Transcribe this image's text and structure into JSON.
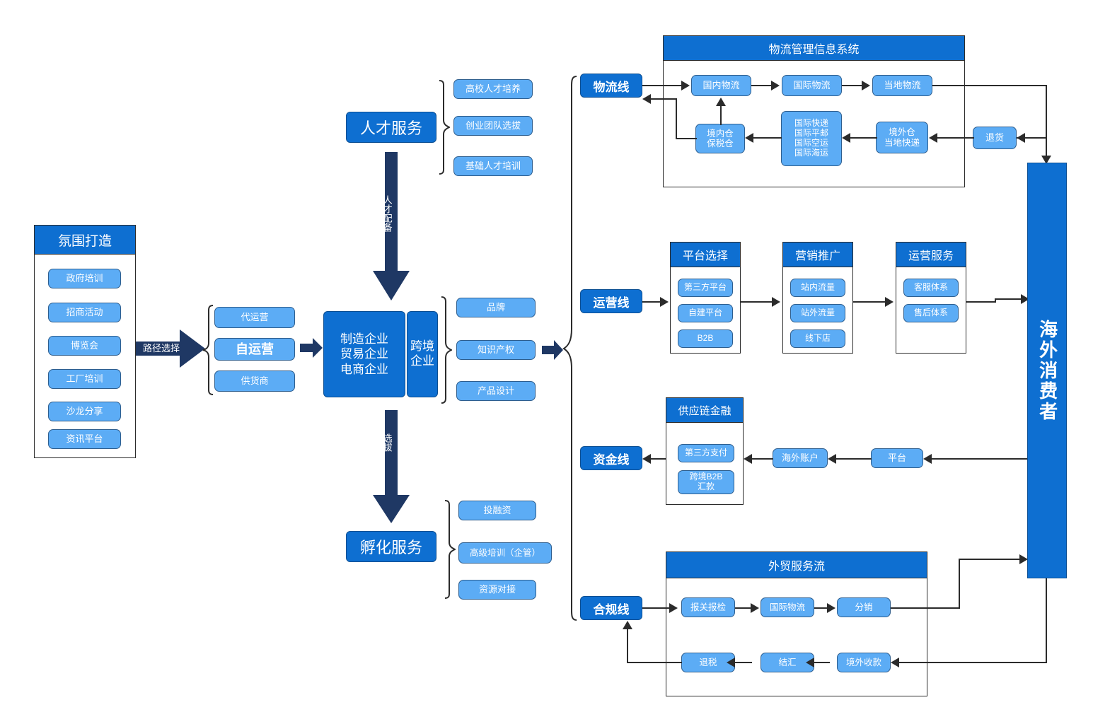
{
  "diagram": {
    "title_hidden": "",
    "colors": {
      "dark_blue": "#0E6FD1",
      "light_blue": "#5CACF5",
      "navy_arrow": "#1F3864",
      "line": "#2b2b2b"
    }
  },
  "atmosphere": {
    "header": "氛围打造",
    "items": [
      "政府培训",
      "招商活动",
      "博览会",
      "工厂培训",
      "沙龙分享",
      "资讯平台"
    ]
  },
  "path_choice": {
    "label": "路径选择"
  },
  "operating_modes": {
    "items": [
      "代运营",
      "自运营",
      "供货商"
    ],
    "emphasis_index": 1
  },
  "core": {
    "main": "制造企业\n贸易企业\n电商企业",
    "side": "跨境\n企业"
  },
  "assets": {
    "items": [
      "品牌",
      "知识产权",
      "产品设计"
    ]
  },
  "talent": {
    "header": "人才服务",
    "items": [
      "高校人才培养",
      "创业团队选拔",
      "基础人才培训"
    ],
    "arrow_label": "人才配备"
  },
  "incubation": {
    "header": "孵化服务",
    "items": [
      "投融资",
      "高级培训（企管）",
      "资源对接"
    ],
    "arrow_label": "选拔"
  },
  "lines": {
    "logistics": "物流线",
    "operations": "运营线",
    "funds": "资金线",
    "compliance": "合规线"
  },
  "logistics_panel": {
    "header": "物流管理信息系统",
    "nodes": {
      "domestic": "国内物流",
      "international": "国际物流",
      "local": "当地物流",
      "domestic_warehouse": "境内仓\n保税仓",
      "shipping_modes": "国际快递\n国际平邮\n国际空运\n国际海运",
      "overseas_warehouse": "境外仓\n当地快递"
    },
    "return_node": "退货"
  },
  "operations_panels": [
    {
      "header": "平台选择",
      "items": [
        "第三方平台",
        "自建平台",
        "B2B"
      ]
    },
    {
      "header": "营销推广",
      "items": [
        "站内流量",
        "站外流量",
        "线下店"
      ]
    },
    {
      "header": "运营服务",
      "items": [
        "客服体系",
        "售后体系"
      ]
    }
  ],
  "funds_panel": {
    "header": "供应链金融",
    "items": [
      "第三方支付",
      "跨境B2B\n汇款"
    ],
    "chain": [
      "海外账户",
      "平台"
    ]
  },
  "compliance_panel": {
    "header": "外贸服务流",
    "row_top": [
      "报关报检",
      "国际物流",
      "分销"
    ],
    "row_bottom": [
      "退税",
      "结汇",
      "境外收款"
    ]
  },
  "consumer": {
    "label": "海外消费者"
  }
}
